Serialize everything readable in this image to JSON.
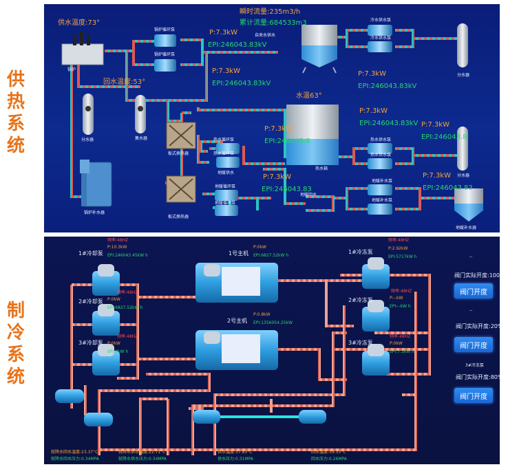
{
  "sections": {
    "heating_title": [
      "供",
      "热",
      "系",
      "统"
    ],
    "cooling_title": [
      "制",
      "冷",
      "系",
      "统"
    ]
  },
  "heating": {
    "supply_temp": "供水温度:73°",
    "return_temp": "回水温度:53°",
    "instant_flow": "瞬时流量:235m3/h",
    "total_flow": "累计流量:684533m3",
    "water_temp": "水温63°",
    "boiler": "锅炉",
    "boiler_makeup": "锅炉补水器",
    "distributor_left": "分水器",
    "collector": "集水器",
    "plate_hx_1": "板式换热器",
    "plate_hx_2": "板式换热器",
    "pump_boiler_1": "锅炉循环泵",
    "pump_boiler_2": "锅炉循环泵",
    "auto_feed": "自来水供水",
    "cold_pump_1": "冷水供水泵",
    "cold_pump_2": "冷水供水泵",
    "distributor_right_top": "分水器",
    "hot_tank": "热水箱",
    "hot_pump_1": "热水循环泵",
    "hot_pump_2": "热水循环泵",
    "hot_supply_1": "热水供水泵",
    "hot_supply_2": "热水供水泵",
    "distributor_right_mid": "分水器",
    "floor_supply": "地暖供水",
    "floor_pump_1": "地暖循环泵",
    "floor_pump_2": "地暖循环泵",
    "floor_return": "地暖回水",
    "floor_makeup_1": "地暖补水泵",
    "floor_makeup_2": "地暖补水泵",
    "floor_makeup_tank": "地暖补水器",
    "p1": "P:7.3kW",
    "epi1": "EPI:246043.83kV",
    "p2": "P:7.3kW",
    "epi2": "EPI:246043.83kV",
    "p3": "P:7.3kW",
    "epi3": "EPI:246043.83kV",
    "p4": "P:7.3kW",
    "epi4": "EPI:246043.83kV",
    "p5": "P:7.3kW",
    "epi5": "EPI:246043.8",
    "p6": "P:7.3kW",
    "epi6": "EPI:246043.8",
    "p7": "P:7.3kW",
    "epi7": "EPI:246043.83",
    "p8": "P:7.3kW",
    "epi8": "EPI:246043.83"
  },
  "cooling": {
    "cooling_pump_1": "1#冷却泵",
    "cooling_pump_2": "2#冷却泵",
    "cooling_pump_3": "3#冷却泵",
    "cp1_freq": "频率:48HZ",
    "cp1_p": "P:10.3kW",
    "cp1_epi": "EPI:246043.45kW h",
    "cp2_freq": "频率:48HZ",
    "cp2_p": "P:0kW",
    "cp2_epi": "EPI:6827.52kW h",
    "cp3_freq": "频率:48HZ",
    "cp3_p": "P:0kW",
    "cp3_epi": "EPI:0kW h",
    "chiller_1": "1号主机",
    "ch1_p": "P:0kW",
    "ch1_epi": "EPI:6827.52kW h",
    "chiller_2": "2号主机",
    "ch2_p": "P:0.8kW",
    "ch2_epi": "EPI:1356054.25kW",
    "freeze_pump_1": "1#冷冻泵",
    "freeze_pump_2": "2#冷冻泵",
    "freeze_pump_3": "3#冷冻泵",
    "fp1_freq": "频率:48HZ",
    "fp1_p": "P:2.92kW",
    "fp1_epi": "EPI:5717kW h",
    "fp2_freq": "频率:48HZ",
    "fp2_p": "P:--kW",
    "fp2_epi": "EPI:--kW h",
    "fp3_freq": "频率:48HZ",
    "fp3_p": "P:0kW",
    "fp3_epi": "EPI:7.1kW h",
    "dash1": "--",
    "dash2": "--",
    "valve3_name": "3#冷冻泵",
    "valve1_text": "阀门实际开度:100%",
    "valve1_btn": "阀门开度",
    "valve2_text": "阀门实际开度:20%",
    "valve2_btn": "阀门开度",
    "valve3_text": "阀门实际开度:80%",
    "valve3_btn": "阀门开度",
    "b1_temp": "就降水回水温度:23.37°C",
    "b1_press": "就降水回水压力:0.34MPA",
    "b2_temp": "就降水供水温度:22.71°C",
    "b2_press": "就降水供水压力:0.34MPA",
    "b3_temp": "供水温度:37.83°C",
    "b3_press": "供水压力:0.31MPA",
    "b4_temp": "回水温度:39.33°C",
    "b4_press": "回水压力:0.26MPA"
  },
  "colors": {
    "accent_orange": "#f7a43b",
    "accent_green": "#27d96e",
    "title_orange": "#e8731a",
    "pipe_supply": "#e05a4f",
    "pipe_return": "#2ec4c4",
    "button_blue": "#1f7ae8"
  }
}
